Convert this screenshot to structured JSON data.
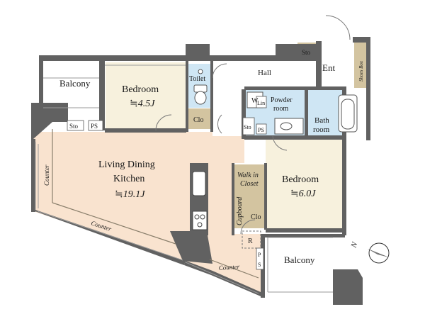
{
  "rooms": {
    "balcony_west": "Balcony",
    "bedroom_north": {
      "name": "Bedroom",
      "size": "≒4.5J"
    },
    "toilet": "Toilet",
    "hall": "Hall",
    "entrance": "Ent",
    "shoes_box": "Shoes Box",
    "storage_entrance": "Sto",
    "clo_north": "Clo",
    "powder_room": [
      "Powder",
      "room"
    ],
    "washer": "W",
    "linen": "Lin",
    "bath_room": [
      "Bath",
      "room"
    ],
    "storage_hall": "Sto",
    "ps_hall": "PS",
    "storage_west": "Sto",
    "ps_west": "PS",
    "ldk": {
      "name_line1": "Living Dining",
      "name_line2": "Kitchen",
      "size": "≒19.1J"
    },
    "bedroom_east": {
      "name": "Bedroom",
      "size": "≒6.0J"
    },
    "walk_in_closet": [
      "Walk in",
      "Closet"
    ],
    "cupboard": "Cupboard",
    "clo_east": "Clo",
    "refrigerator": "R",
    "ps_south": [
      "P",
      "S"
    ],
    "balcony_south": "Balcony",
    "counter_west": "Counter",
    "counter_mid": "Counter",
    "counter_south": "Counter"
  },
  "compass": {
    "label": "N"
  },
  "colors": {
    "wall": "#616161",
    "ldk_floor": "#f9e3cf",
    "bedroom_floor": "#f7f1dd",
    "wet_area": "#cfe6f4",
    "closet": "#d3c4a0",
    "balcony": "#ffffff"
  }
}
